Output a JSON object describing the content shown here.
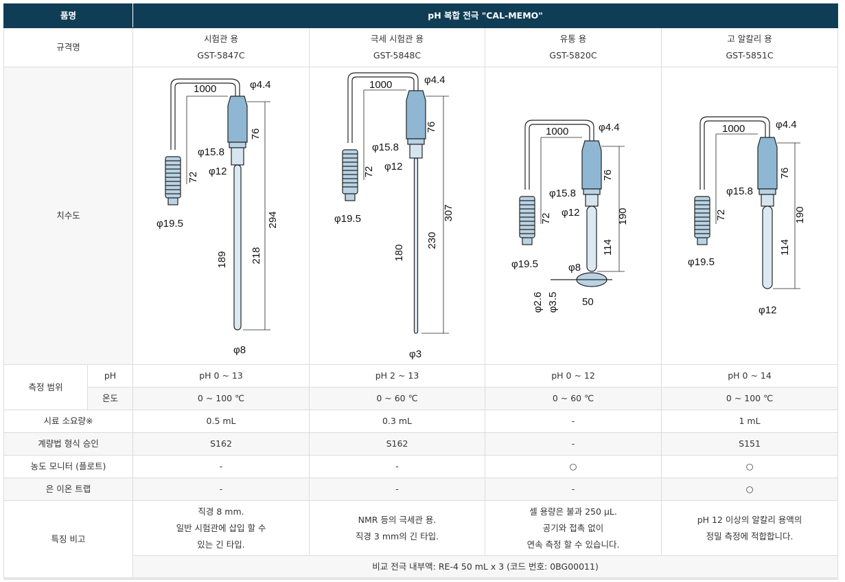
{
  "header": {
    "col_label": "품명",
    "product": "pH 복합 전극 \"CAL-MEMO\""
  },
  "spec": {
    "label": "규격명",
    "models": [
      {
        "use": "시험관 용",
        "code": "GST-5847C"
      },
      {
        "use": "극세 시험관 용",
        "code": "GST-5848C"
      },
      {
        "use": "유통 용",
        "code": "GST-5820C"
      },
      {
        "use": "고 알칼리 용",
        "code": "GST-5851C"
      }
    ]
  },
  "diagram": {
    "label": "치수도",
    "labels": [
      [
        "1000",
        "φ4.4",
        "φ15.8",
        "φ12",
        "72",
        "76",
        "294",
        "218",
        "189",
        "φ19.5",
        "φ8"
      ],
      [
        "1000",
        "φ4.4",
        "φ15.8",
        "φ12",
        "72",
        "76",
        "307",
        "230",
        "180",
        "φ19.5",
        "φ3"
      ],
      [
        "1000",
        "φ4.4",
        "φ15.8",
        "φ12",
        "72",
        "76",
        "190",
        "114",
        "φ8",
        "φ2.6",
        "φ3.5",
        "50",
        "φ19.5"
      ],
      [
        "1000",
        "φ4.4",
        "φ15.8",
        "72",
        "76",
        "190",
        "114",
        "φ19.5",
        "φ12"
      ]
    ]
  },
  "range": {
    "label": "측정 범위",
    "ph_label": "pH",
    "temp_label": "온도",
    "ph": [
      "pH 0 ~ 13",
      "pH 2 ~ 13",
      "pH 0 ~ 12",
      "pH 0 ~ 14"
    ],
    "temp": [
      "0 ~ 100 ℃",
      "0 ~ 60 ℃",
      "0 ~ 60 ℃",
      "0 ~ 100 ℃"
    ]
  },
  "sample": {
    "label": "시료 소요량※",
    "values": [
      "0.5 mL",
      "0.3 mL",
      "-",
      "1 mL"
    ]
  },
  "approval": {
    "label": "계량법 형식 승인",
    "values": [
      "S162",
      "S162",
      "-",
      "S151"
    ]
  },
  "monitor": {
    "label": "농도 모니터 (플로트)",
    "values": [
      "-",
      "-",
      "○",
      "○"
    ]
  },
  "trap": {
    "label": "은 이온 트랩",
    "values": [
      "-",
      "-",
      "-",
      "○"
    ]
  },
  "features": {
    "label": "특징 비고",
    "values": [
      [
        "직경 8 mm.",
        "일반 시험관에 삽입 할 수",
        "있는 긴 타입."
      ],
      [
        "NMR 등의 극세관 용.",
        "직경 3 mm의 긴 타입."
      ],
      [
        "셀 용량은 불과 250 μL.",
        "공기와 접촉 없이",
        "연속 측정 할 수 있습니다."
      ],
      [
        "pH 12 이상의 알칼리 용액의",
        "정밀 측정에 적합합니다."
      ]
    ],
    "footer": "비교 전극 내부액: RE-4 50 mL x 3 (코드 번호: 0BG00011)"
  }
}
